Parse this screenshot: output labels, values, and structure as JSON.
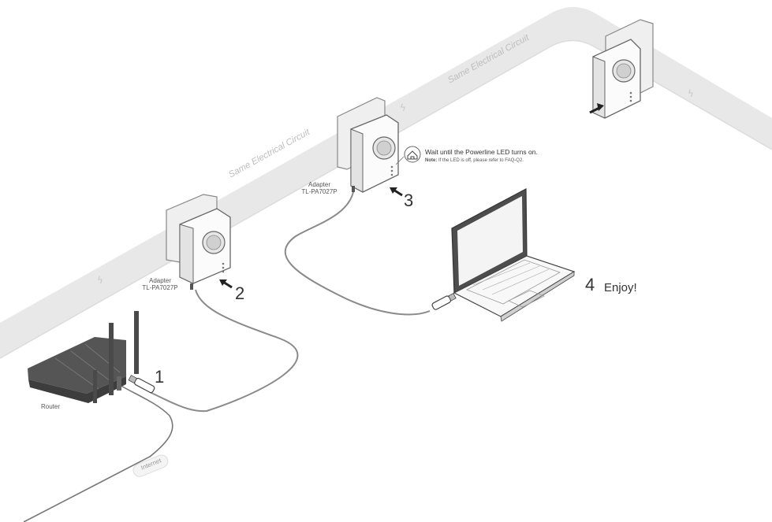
{
  "circuit_label_1": "Same Electrical Circuit",
  "circuit_label_2": "Same Electrical Circuit",
  "router": {
    "label": "Router"
  },
  "internet": {
    "label": "Internet"
  },
  "adapter_1": {
    "label": "Adapter",
    "model": "TL-PA7027P"
  },
  "adapter_2": {
    "label": "Adapter",
    "model": "TL-PA7027P"
  },
  "steps": {
    "s1": "1",
    "s2": "2",
    "s3": "3",
    "s4": "4",
    "enjoy": "Enjoy!"
  },
  "callout": {
    "wait": "Wait until the Powerline LED turns on.",
    "note_bold": "Note:",
    "note_text": "If the LED is off, please refer to FAQ-Q2."
  },
  "colors": {
    "wall_band": "#e9e9e9",
    "device_gray": "#5c5c5c",
    "cable": "#8a8a8a"
  }
}
